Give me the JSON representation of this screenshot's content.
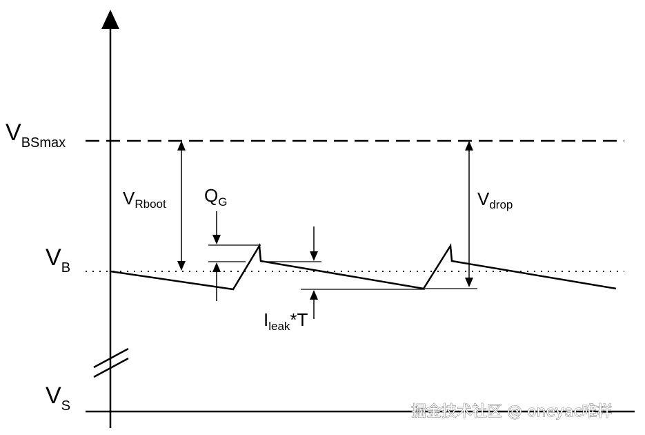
{
  "labels": {
    "vbsmax_main": "V",
    "vbsmax_sub": "BSmax",
    "vb_main": "V",
    "vb_sub": "B",
    "vs_main": "V",
    "vs_sub": "S",
    "vrboot_main": "V",
    "vrboot_sub": "Rboot",
    "qg_main": "Q",
    "qg_sub": "G",
    "vdrop_main": "V",
    "vdrop_sub": "drop",
    "ileak_main": "I",
    "ileak_sub": "leak",
    "ileak_suffix": "*T"
  },
  "watermark": "掘金技术社区 @ oneyac唯样"
}
